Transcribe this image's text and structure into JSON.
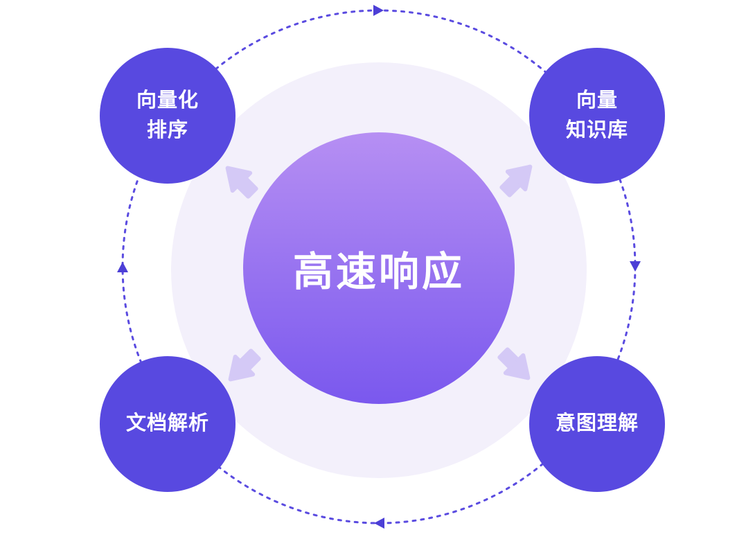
{
  "diagram": {
    "center": {
      "label": "高速响应"
    },
    "nodes": [
      {
        "id": "vectorize-sort",
        "label": "向量化\n排序"
      },
      {
        "id": "vector-knowledge-base",
        "label": "向量\n知识库"
      },
      {
        "id": "document-parsing",
        "label": "文档解析"
      },
      {
        "id": "intent-understanding",
        "label": "意图理解"
      }
    ],
    "colors": {
      "background": "#ffffff",
      "halo": "#f3f0fb",
      "center_gradient_top": "#b68ff3",
      "center_gradient_bottom": "#7a58ee",
      "node_fill": "#5849e0",
      "orbit_stroke": "#5a4be0",
      "rotation_marker": "#4c3fd6",
      "outward_arrow": "#d4c9f6",
      "text": "#ffffff"
    }
  }
}
